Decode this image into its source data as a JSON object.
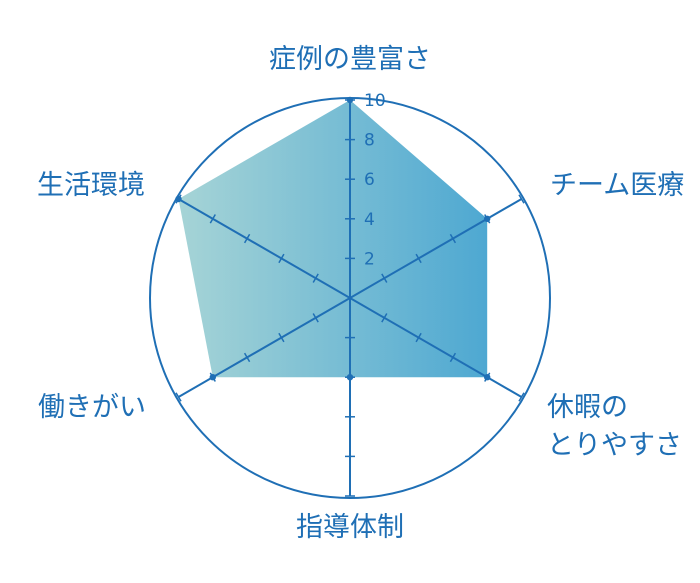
{
  "chart_data": {
    "type": "radar",
    "axes": [
      "症例の豊富さ",
      "チーム医療",
      "休暇の\nとりやすさ",
      "指導体制",
      "働きがい",
      "生活環境"
    ],
    "values": [
      10,
      8,
      8,
      4,
      8,
      10
    ],
    "ylim": [
      0,
      10
    ],
    "ticks": [
      "2",
      "4",
      "6",
      "8",
      "10"
    ],
    "grid": false,
    "colors": {
      "line": "#1f6fb5",
      "fill_start": "#a6d4d6",
      "fill_end": "#4ea8d2"
    }
  }
}
